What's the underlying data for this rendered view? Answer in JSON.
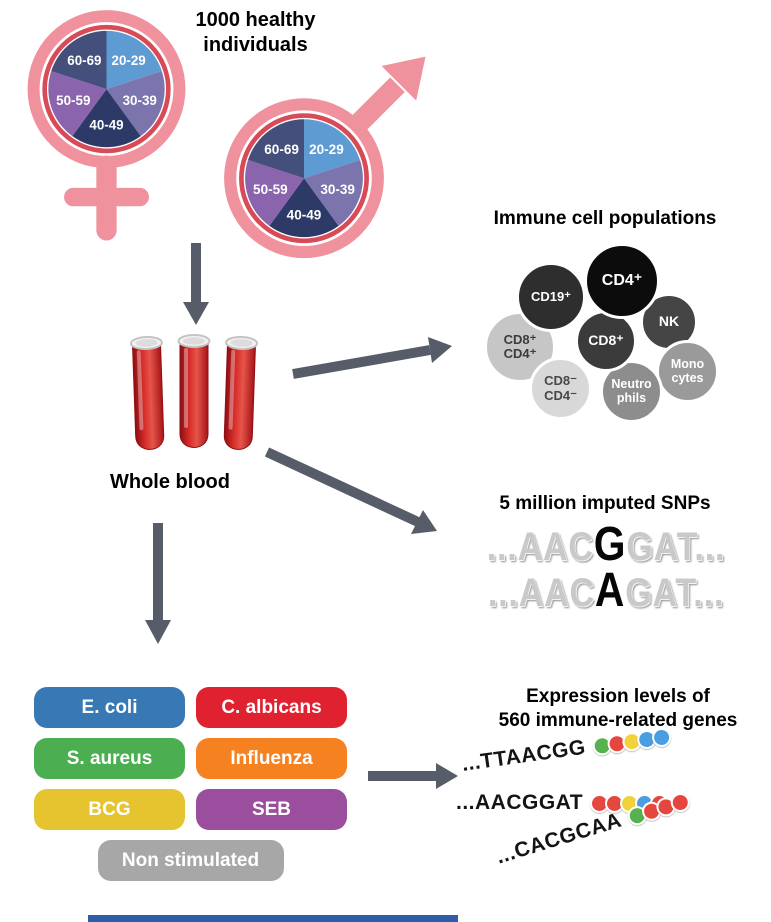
{
  "titles": {
    "cohort_line1": "1000 healthy",
    "cohort_line2": "individuals",
    "whole_blood": "Whole blood",
    "immune_cells": "Immune cell populations",
    "snps": "5 million imputed SNPs",
    "expression_line1": "Expression levels of",
    "expression_line2": "560 immune-related genes"
  },
  "colors": {
    "symbol_pink": "#f0929d",
    "pie_rim": "#d84a56",
    "arrow_gray": "#565d68",
    "blood_red": "#c6201f",
    "footer_bar": "#2d5da7"
  },
  "age_groups": [
    {
      "label": "20-29",
      "color": "#5e9bd3"
    },
    {
      "label": "30-39",
      "color": "#7b74ad"
    },
    {
      "label": "40-49",
      "color": "#2d3a68"
    },
    {
      "label": "50-59",
      "color": "#8a64ad"
    },
    {
      "label": "60-69",
      "color": "#454f7c"
    }
  ],
  "immune_cells": [
    {
      "line1": "CD19⁺",
      "line2": "",
      "bg": "#2e2e2e",
      "fg": "#ffffff"
    },
    {
      "line1": "CD4⁺",
      "line2": "",
      "bg": "#0c0c0c",
      "fg": "#ffffff"
    },
    {
      "line1": "NK",
      "line2": "",
      "bg": "#454545",
      "fg": "#ffffff"
    },
    {
      "line1": "CD8⁺",
      "line2": "CD4⁺",
      "bg": "#c6c6c6",
      "fg": "#3c3c3c"
    },
    {
      "line1": "CD8⁺",
      "line2": "",
      "bg": "#3b3b3b",
      "fg": "#ffffff"
    },
    {
      "line1": "Mono",
      "line2": "cytes",
      "bg": "#9a9a9a",
      "fg": "#ffffff"
    },
    {
      "line1": "CD8⁻",
      "line2": "CD4⁻",
      "bg": "#d8d8d8",
      "fg": "#484848"
    },
    {
      "line1": "Neutro",
      "line2": "phils",
      "bg": "#8d8d8d",
      "fg": "#ffffff"
    }
  ],
  "snp_rows": [
    {
      "pre": "...AAC",
      "variant": "G",
      "post": "GAT..."
    },
    {
      "pre": "...AAC",
      "variant": "A",
      "post": "GAT..."
    }
  ],
  "stimuli": [
    {
      "label": "E. coli",
      "color": "#3878b4"
    },
    {
      "label": "C. albicans",
      "color": "#e02130"
    },
    {
      "label": "S. aureus",
      "color": "#4bae50"
    },
    {
      "label": "Influenza",
      "color": "#f58120"
    },
    {
      "label": "BCG",
      "color": "#e6c42f"
    },
    {
      "label": "SEB",
      "color": "#9b4d9e"
    },
    {
      "label": "Non stimulated",
      "color": "#a7a7a7"
    }
  ],
  "gene_sequences": [
    {
      "text": "...TTAACGG",
      "beads": [
        "#57b14e",
        "#e5473e",
        "#f2d23b",
        "#4a9de0",
        "#4a9de0"
      ]
    },
    {
      "text": "...AACGGAT",
      "beads": [
        "#e5473e",
        "#e5473e",
        "#f2d23b",
        "#4a9de0",
        "#e5473e"
      ]
    },
    {
      "text": "...CACGCAA",
      "beads": [
        "#57b14e",
        "#e5473e",
        "#e5473e",
        "#e5473e"
      ]
    }
  ]
}
